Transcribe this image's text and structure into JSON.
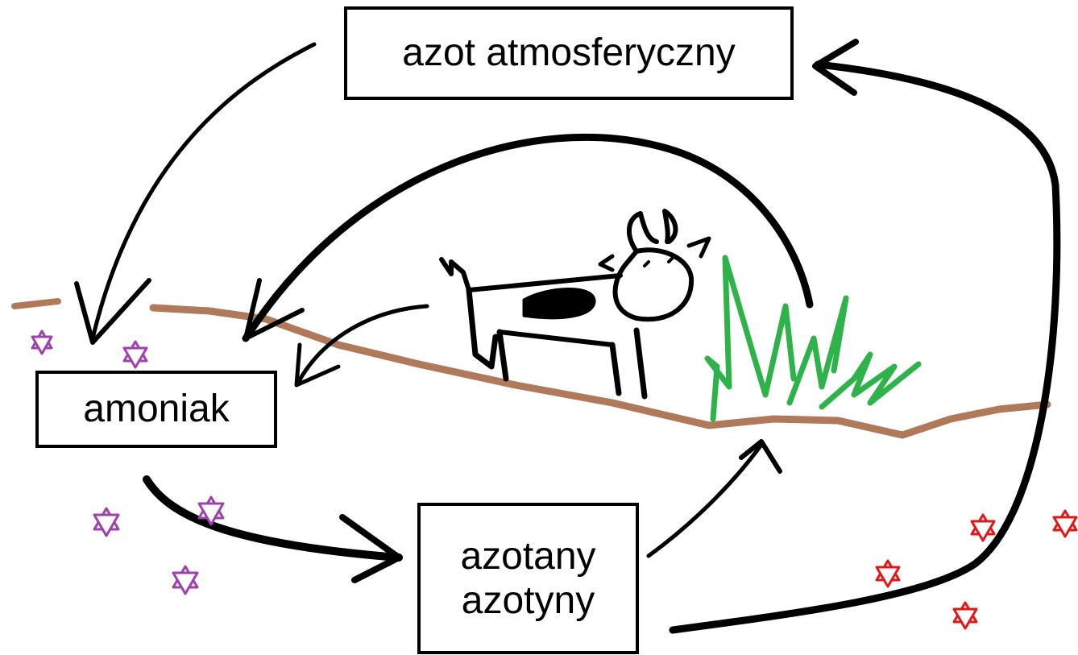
{
  "nodes": {
    "atmospheric_nitrogen": "azot atmosferyczny",
    "ammonia": "amoniak",
    "nitrates_line1": "azotany",
    "nitrates_line2": "azotyny"
  },
  "colors": {
    "ink": "#000000",
    "soil": "#b07a5a",
    "grass": "#2db34a",
    "bacteria_ammonia": "#a040b0",
    "bacteria_denitrification": "#e01818"
  },
  "icons": [
    "cow-icon",
    "grass-icon",
    "star-icon"
  ]
}
